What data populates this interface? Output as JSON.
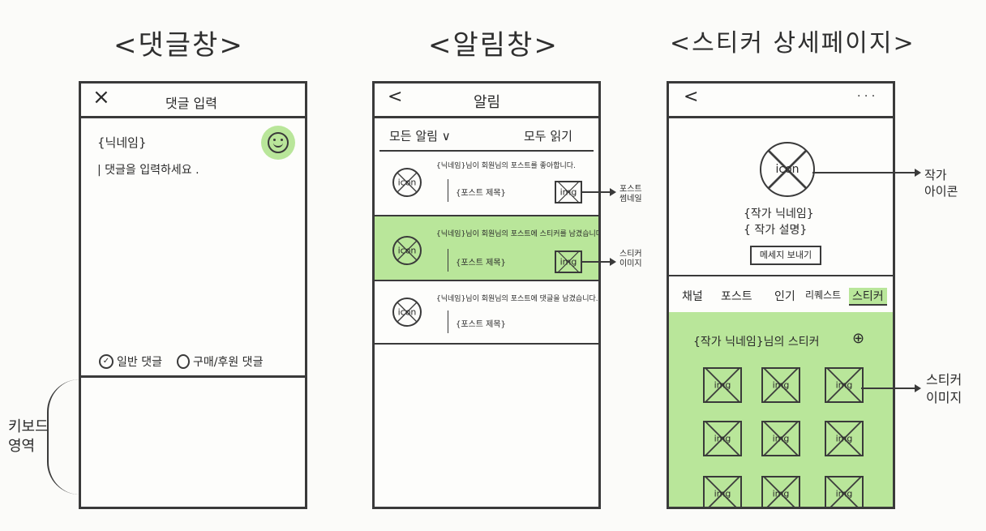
{
  "titles": {
    "comment": "<댓글창>",
    "notify": "<알림창>",
    "sticker": "<스티커 상세페이지>"
  },
  "comment_screen": {
    "close_label": "×",
    "header_title": "댓글 입력",
    "nickname": "{닉네임}",
    "input_placeholder": "| 댓글을 입력하세요 .",
    "radio_normal": "일반 댓글",
    "radio_purchase": "구매/후원 댓글",
    "keyboard_label": "키보드\n영역"
  },
  "notify_screen": {
    "back_label": "<",
    "header_title": "알림",
    "filter_label": "모든 알림 ∨",
    "read_all": "모두 읽기",
    "items": [
      {
        "text": "{닉네임}님이 회원님의 포스트를 좋아합니다.",
        "post": "{포스트 제목}",
        "icon": "icon",
        "img": "img",
        "note": "포스트\n썸네일"
      },
      {
        "text": "{닉네임}님이 회원님의 포스트에 스티커를 남겼습니다.",
        "post": "{포스트 제목}",
        "icon": "icon",
        "img": "img",
        "note": "스티커\n이미지"
      },
      {
        "text": "{닉네임}님이 회원님의 포스트에 댓글을 남겼습니다.",
        "post": "{포스트 제목}",
        "icon": "icon"
      }
    ]
  },
  "sticker_screen": {
    "back_label": "<",
    "more_label": "· · ·",
    "icon_label": "icon",
    "artist_name": "{작가 닉네임}",
    "artist_desc": "{ 작가 설명}",
    "follow_label": "메세지 보내기",
    "icon_note": "작가\n아이콘",
    "tabs": [
      "채널",
      "포스트",
      "인기",
      "리퀘스트",
      "스티커"
    ],
    "section_title": "{작가 닉네임}님의 스티커",
    "download_icon": "⊕",
    "img_label": "img",
    "img_note": "스티커\n이미지"
  },
  "colors": {
    "highlight": "#b9e69a",
    "ink": "#3a3a3a"
  }
}
